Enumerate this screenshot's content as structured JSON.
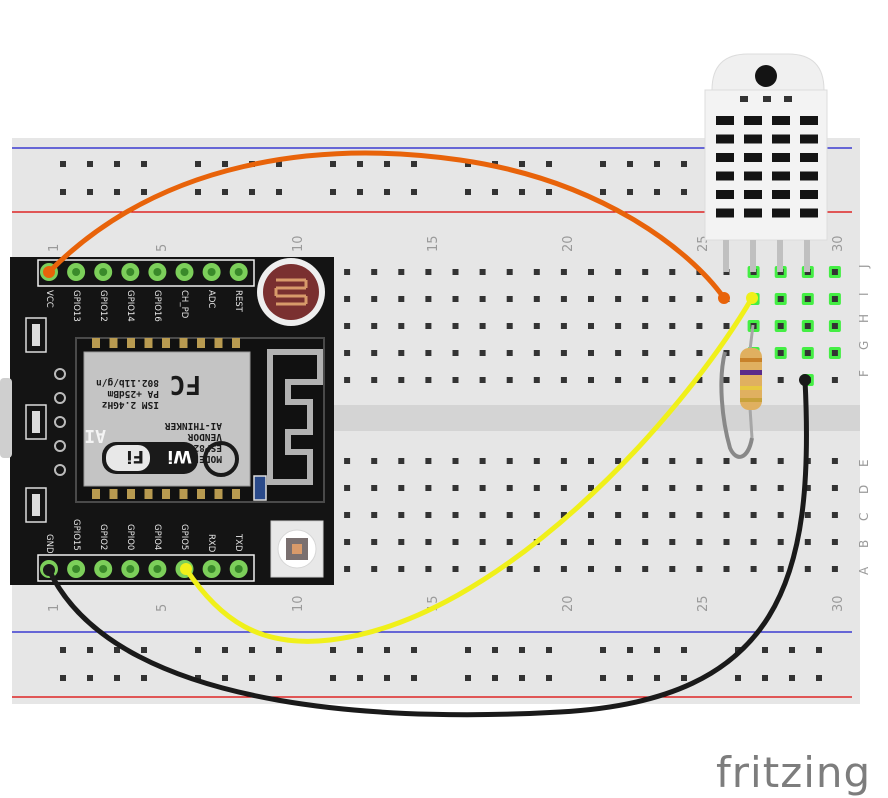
{
  "breadboard": {
    "column_numbers": [
      "1",
      "5",
      "10",
      "15",
      "20",
      "25",
      "30"
    ],
    "rows_top": [
      "J",
      "I",
      "H",
      "G",
      "F"
    ],
    "rows_bottom": [
      "E",
      "D",
      "C",
      "B",
      "A"
    ]
  },
  "esp_module": {
    "top_pins": [
      "VCC",
      "GPIO13",
      "GPIO12",
      "GPIO14",
      "GPIO16",
      "CH_PD",
      "ADC",
      "REST"
    ],
    "bottom_pins": [
      "GND",
      "GPIO15",
      "GPIO2",
      "GPIO0",
      "GPIO4",
      "GPIO5",
      "RXD",
      "TXD"
    ],
    "chip_lines": [
      "802.11b/g/n",
      "PA  +25dBm",
      "ISM 2.4GHz",
      "AI-THINKER",
      "VENDOR",
      "ESP8266MOD",
      "MODEL"
    ],
    "fcc_mark": "FC",
    "ai_mark": "AI",
    "wifi_logo_a": "Wi",
    "wifi_logo_b": "Fi"
  },
  "logo": "fritzing",
  "colors": {
    "wire_vcc": "#e8630a",
    "wire_gnd": "#1a1a1a",
    "wire_signal": "#f0f01a",
    "board": "#e6e6e6",
    "rail_red": "#dd0000",
    "rail_blue": "#1a1acc",
    "pin_highlight": "#44ee44"
  }
}
